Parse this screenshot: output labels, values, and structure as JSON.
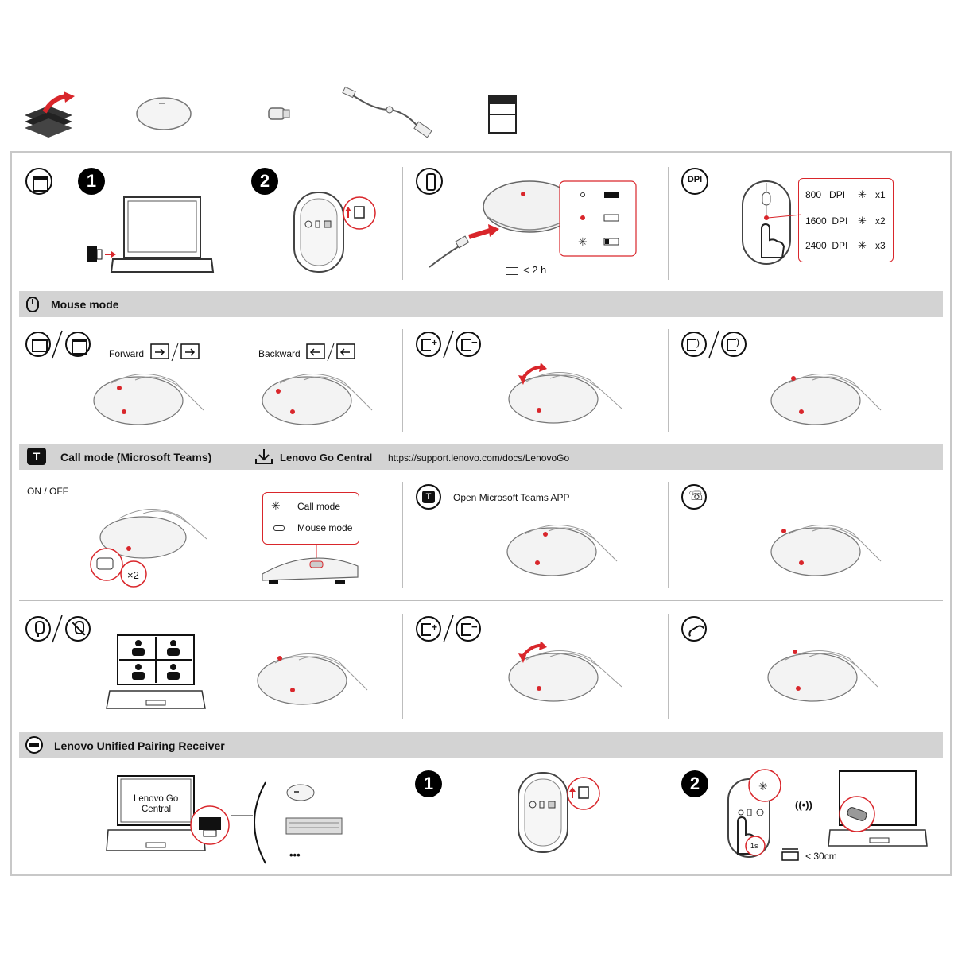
{
  "box_contents": {
    "items": [
      "unbox-icon",
      "mouse-icon",
      "usb-receiver-icon",
      "usb-cable-icon",
      "manual-icon"
    ]
  },
  "setup": {
    "step1": "1",
    "step2": "2",
    "charge_time": "< 2 h",
    "dpi_badge": "DPI",
    "dpi_levels": [
      {
        "dpi": "800",
        "unit": "DPI",
        "presses": "x1"
      },
      {
        "dpi": "1600",
        "unit": "DPI",
        "presses": "x2"
      },
      {
        "dpi": "2400",
        "unit": "DPI",
        "presses": "x3"
      }
    ]
  },
  "mouse_mode": {
    "title": "Mouse mode",
    "forward": "Forward",
    "backward": "Backward"
  },
  "call_mode": {
    "title": "Call mode (Microsoft Teams)",
    "app_name": "Lenovo Go Central",
    "url": "https://support.lenovo.com/docs/LenovoGo",
    "on_off": "ON / OFF",
    "times_two": "×2",
    "call_mode_label": "Call mode",
    "mouse_mode_label": "Mouse mode",
    "open_teams": "Open Microsoft Teams APP"
  },
  "receiver": {
    "title": "Lenovo Unified Pairing Receiver",
    "screen_text_line1": "Lenovo Go",
    "screen_text_line2": "Central",
    "ellipsis": "•••",
    "step1": "1",
    "step2": "2",
    "hold_time": "1s",
    "distance": "< 30cm"
  },
  "colors": {
    "accent_red": "#d9262b",
    "bar_gray": "#d3d3d3",
    "frame_gray": "#c8c8c8"
  }
}
